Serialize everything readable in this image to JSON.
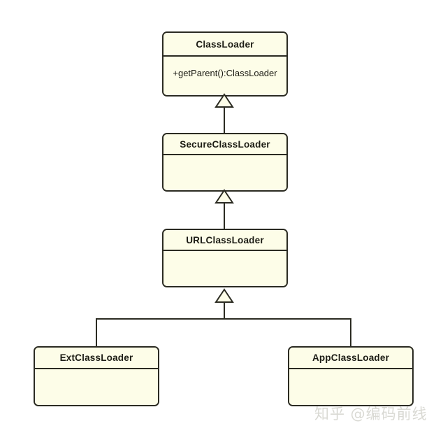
{
  "diagram": {
    "type": "uml-class-diagram",
    "relationship": "generalization",
    "background_color": "#ffffff",
    "box_fill_color": "#fdfde8",
    "box_border_color": "#2b2b22",
    "classes": [
      {
        "id": "classloader",
        "name": "ClassLoader",
        "members": [
          "+getParent():ClassLoader"
        ]
      },
      {
        "id": "secureclassloader",
        "name": "SecureClassLoader",
        "members": []
      },
      {
        "id": "urlclassloader",
        "name": "URLClassLoader",
        "members": []
      },
      {
        "id": "extclassloader",
        "name": "ExtClassLoader",
        "members": []
      },
      {
        "id": "appclassloader",
        "name": "AppClassLoader",
        "members": []
      }
    ],
    "edges": [
      {
        "from": "secureclassloader",
        "to": "classloader",
        "kind": "generalization"
      },
      {
        "from": "urlclassloader",
        "to": "secureclassloader",
        "kind": "generalization"
      },
      {
        "from": "extclassloader",
        "to": "urlclassloader",
        "kind": "generalization"
      },
      {
        "from": "appclassloader",
        "to": "urlclassloader",
        "kind": "generalization"
      }
    ]
  },
  "watermark": {
    "text": "知乎 @编码前线"
  }
}
